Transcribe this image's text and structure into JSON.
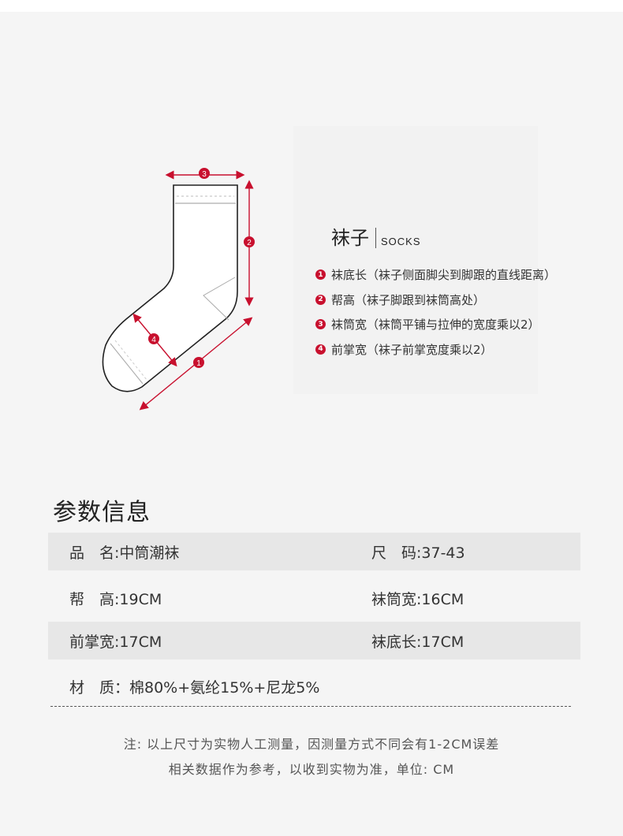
{
  "diagram": {
    "marker_1": "1",
    "marker_2": "2",
    "marker_3": "3",
    "marker_4": "4",
    "accent_color": "#c8102e"
  },
  "legend": {
    "title_cn": "袜子",
    "title_en": "SOCKS",
    "items": [
      {
        "num": "1",
        "text": "袜底长（袜子侧面脚尖到脚跟的直线距离）"
      },
      {
        "num": "2",
        "text": "帮高（袜子脚跟到袜筒高处）"
      },
      {
        "num": "3",
        "text": "袜筒宽（袜筒平铺与拉伸的宽度乘以2）"
      },
      {
        "num": "4",
        "text": "前掌宽（袜子前掌宽度乘以2）"
      }
    ]
  },
  "params": {
    "title": "参数信息",
    "rows": [
      {
        "left": "品　名:中筒潮袜",
        "right": "尺　码:37-43"
      },
      {
        "left": "帮　高:19CM",
        "right": "袜筒宽:16CM"
      },
      {
        "left": "前掌宽:17CM",
        "right": "袜底长:17CM"
      },
      {
        "left": "材　质：棉80%+氨纶15%+尼龙5%"
      }
    ]
  },
  "note": {
    "line1": "注: 以上尺寸为实物人工测量，因测量方式不同会有1-2CM误差",
    "line2": "相关数据作为参考，以收到实物为准，单位: CM"
  }
}
